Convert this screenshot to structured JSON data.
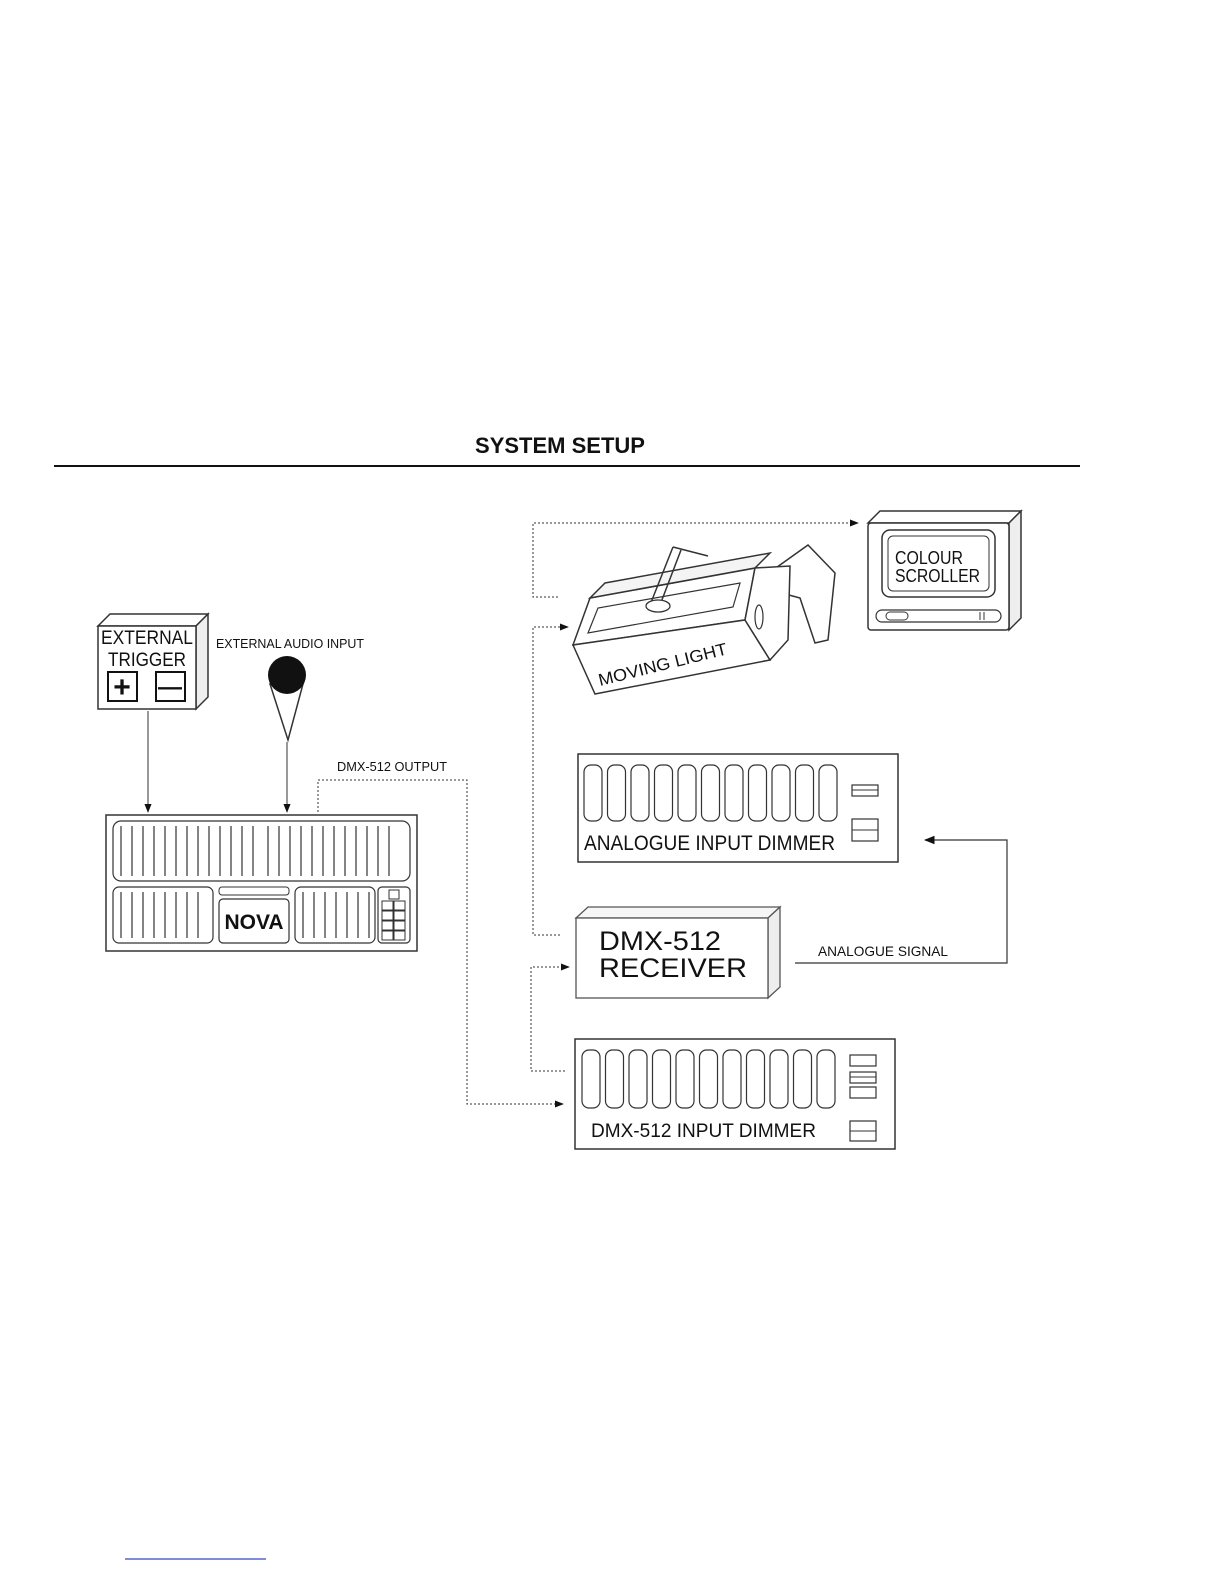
{
  "page_title": "SYSTEM SETUP",
  "devices": {
    "external_trigger": {
      "line1": "EXTERNAL",
      "line2": "TRIGGER",
      "plus": "+",
      "minus": "—"
    },
    "audio_input_label": "EXTERNAL AUDIO INPUT",
    "console_label": "NOVA",
    "dmx_output_label": "DMX-512 OUTPUT",
    "colour_scroller": {
      "line1": "COLOUR",
      "line2": "SCROLLER"
    },
    "moving_light": "MOVING LIGHT",
    "analogue_dimmer": "ANALOGUE INPUT DIMMER",
    "receiver": {
      "line1": "DMX-512",
      "line2": "RECEIVER"
    },
    "analogue_signal_label": "ANALOGUE SIGNAL",
    "dmx_dimmer": "DMX-512 INPUT DIMMER"
  }
}
